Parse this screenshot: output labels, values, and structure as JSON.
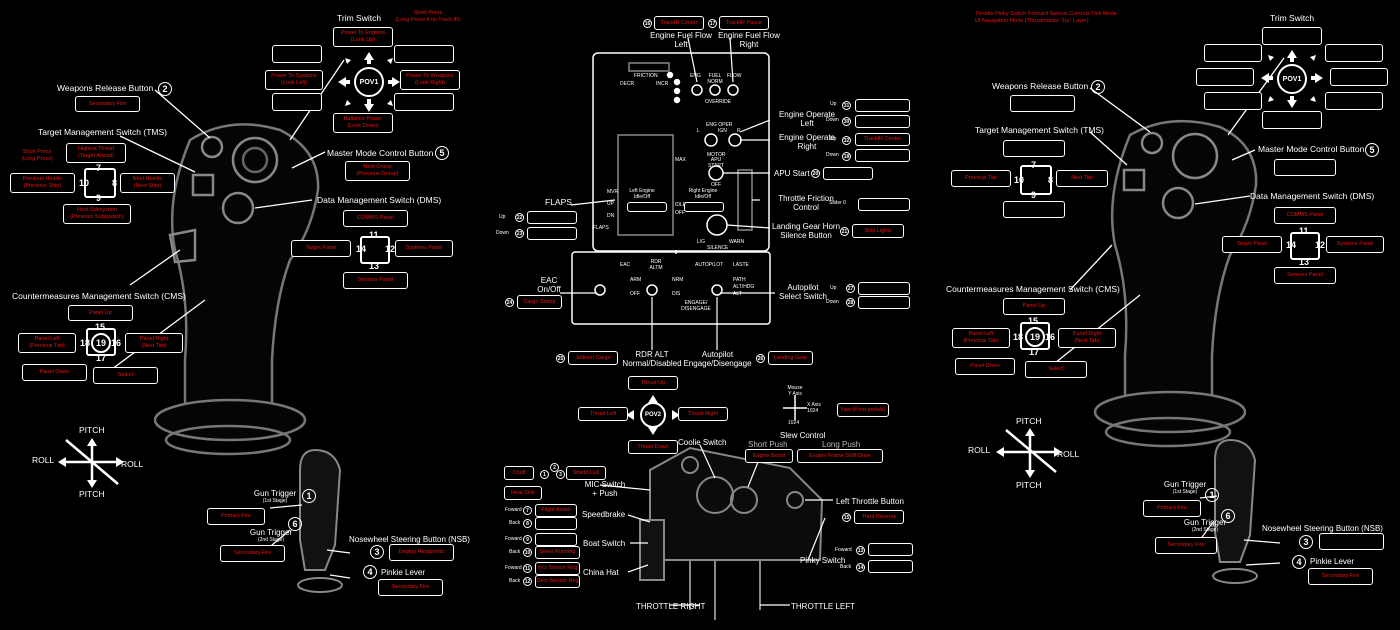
{
  "left_stick": {
    "trim_title": "Trim Switch",
    "short_press_note": "Short Press\n(Long Press if no Track IR)",
    "pov_label": "POV1",
    "trim_up": "Power To Engines\n(Look Up)",
    "trim_left": "Power To Systems\n(Look Left)",
    "trim_right": "Power To Weapons\n(Look Right)",
    "trim_down": "Ballance Power\n(Look Down)",
    "weapons_title": "Weapons Release Button",
    "weapons_num": "2",
    "weapons_box": "Secondary Fire",
    "tms_title": "Target Management Switch (TMS)",
    "tms_short_press": "Short Press\n(Long Press)",
    "tms_up": "Highest Threat\n(Target Ahead)",
    "tms_left": "Previous Hostile\n(Previous Ship)",
    "tms_right": "Next Hostile\n(Next Ship)",
    "tms_down": "Next Subsystem\n(Previous Subsystem)",
    "tms_n_up": "7",
    "tms_n_left": "10",
    "tms_n_right": "8",
    "tms_n_down": "9",
    "mmc_title": "Master Mode Control Button",
    "mmc_num": "5",
    "mmc_box": "Next Group\n(Previous Group)",
    "dms_title": "Data Management Switch (DMS)",
    "dms_up": "COMMS Panel",
    "dms_left": "Target Panel",
    "dms_right": "Systems Panel",
    "dms_down": "Sensors Panel",
    "dms_n_up": "11",
    "dms_n_left": "14",
    "dms_n_right": "12",
    "dms_n_down": "13",
    "cms_title": "Countermeasures Management Switch (CMS)",
    "cms_up": "Panel Up",
    "cms_left": "Panel Left\n(Previous Tab)",
    "cms_right": "Panel Right\n(Next Tab)",
    "cms_down": "Panel Down",
    "cms_push": "Select",
    "cms_n_up": "15",
    "cms_n_left": "18",
    "cms_n_center": "19",
    "cms_n_right": "16",
    "cms_n_down": "17",
    "pitch_top": "PITCH",
    "pitch_bottom": "PITCH",
    "roll_left": "ROLL",
    "roll_right": "ROLL",
    "gun1_title": "Gun Trigger",
    "gun1_sub": "(1st Stage)",
    "gun1_num": "1",
    "gun1_box": "Primary Fire",
    "gun2_title": "Gun Trigger",
    "gun2_sub": "(2nd Stage)",
    "gun2_num": "6",
    "gun2_box": "Secondary Fire",
    "nsb_title": "Nosewheel Steering Button (NSB)",
    "nsb_num": "3",
    "nsb_box": "Deploy Hardpoints",
    "pinkie_title": "Pinkie Lever",
    "pinkie_num": "4",
    "pinkie_box": "Secondary Fire"
  },
  "panel": {
    "n16": "16",
    "trackir_center": "TrackIR Center",
    "n17": "17",
    "trackir_pause": "TrackIR Pause",
    "ef_left": "Engine Fuel Flow\nLeft",
    "ef_right": "Engine Fuel Flow\nRight",
    "friction": "FRICTION",
    "decr": "DECR",
    "incr": "INCR",
    "eng": "ENG",
    "fuel_norm": "FUEL\nNORM",
    "flow": "FLOW",
    "override": "OVERRIDE",
    "eng_oper": "ENG OPER",
    "l": "L",
    "ign": "IGN",
    "r": "R",
    "norm": "NORM",
    "motor": "MOTOR",
    "eo_left": "Engine Operate\nLeft",
    "eo_right": "Engine Operate\nRight",
    "up": "Up",
    "down": "Down",
    "n31": "31",
    "n30": "30",
    "n32": "32",
    "n18": "18",
    "trackir_center2": "TrackIR Center",
    "apu_start_lbl": "APU\nSTART",
    "off": "OFF",
    "apu_start": "APU Start",
    "n20": "20",
    "max": "MAX",
    "idle": "IDLE",
    "left_engine": "Left Engine\nIdle/Off",
    "right_engine": "Right Engine\nIdle/Off",
    "flaps": "FLAPS",
    "mvr": "MVR",
    "up2": "UP",
    "dn": "DN",
    "flaps_small": "FLAPS",
    "n22": "22",
    "n23": "23",
    "throttle_friction": "Throttle Friction\nControl",
    "slider": "Slider 0",
    "lg_horn": "Landing Gear Horn\nSilence Button",
    "n21": "21",
    "ship_lights": "Ship Lights",
    "lg": "L/G",
    "silence": "SILENCE",
    "warn": "WARN",
    "eac": "EAC",
    "rdr_altm": "RDR\nALTM",
    "autopilot": "AUTOPILOT",
    "arm": "ARM",
    "norm2": "NRM",
    "dis": "DIS",
    "path": "PATH",
    "althdg": "ALT/HDG",
    "alt": "ALT",
    "laste": "LASTE",
    "eac_onoff": "EAC\nOn/Off",
    "n24": "24",
    "cargo_scoop": "Cargo Scoop",
    "engage": "ENGAGE/\nDISENGAGE",
    "ap_select": "Autopilot\nSelect Switch",
    "n27": "27",
    "n28": "28",
    "n25": "25",
    "jettison": "Jettison Cargo",
    "rdr_alt": "RDR ALT\nNormal/Disabled",
    "ap_engage": "Autopilot\nEngage/Disengage",
    "n26": "26",
    "landing_gear": "Landing Gear"
  },
  "throttle": {
    "thrust_up": "Thrust Up",
    "thrust_left": "Thrust Left",
    "thrust_right": "Thrust Right",
    "thrust_down": "Thrust Down",
    "pov2": "POV2",
    "mouse": "Mouse\nY Axis",
    "xaxis": "X Axis\n1024",
    "n1024": "1024",
    "yaw": "Yaw (if not pedals)",
    "slew": "Slew Control",
    "coolie": "Coolie Switch",
    "short_push": "Short Push",
    "long_push": "Long Push",
    "engine_boost": "Engine Boost",
    "frame_shift": "Enable Frame Shift Drive",
    "chaff": "Chaff",
    "shield_cell": "Shield Cell",
    "heat_sink": "Heat Sink",
    "mic_n2": "2",
    "mic_n1": "1",
    "mic_n3": "3",
    "mic": "MIC Switch\n+ Push",
    "speedbrake": "Speedbrake",
    "boat": "Boat Switch",
    "china": "China Hat",
    "foward": "Foward",
    "back": "Back",
    "n7": "7",
    "n8": "8",
    "n9": "9",
    "n10": "10",
    "n11": "11",
    "n12": "12",
    "flight_assist": "Flight Assist",
    "silent_running": "Silent Running",
    "incr_sensor": "Incr Sensor Rng",
    "decr_sensor": "Decr Sensor Rng",
    "left_throttle_btn": "Left Throttle Button",
    "n15": "15",
    "throt_reverse": "Throt Reverse",
    "pinky": "Pinky Switch",
    "n13": "13",
    "n14": "14",
    "throttle_right": "THROTTLE RIGHT",
    "throttle_left": "THROTTLE LEFT"
  },
  "right_stick": {
    "mode_note": "Throttle Pinky Switch Forward Selects Controls This Mode\nUI Navigation Mode (Thrustmaster \"Up\" Layer)",
    "trim_title": "Trim Switch",
    "pov_label": "POV1",
    "weapons_title": "Weapons Release Button",
    "weapons_num": "2",
    "tms_title": "Target Management Switch (TMS)",
    "tms_left": "Previous Tab",
    "tms_right": "Next Tab",
    "tms_n_up": "7",
    "tms_n_left": "10",
    "tms_n_right": "8",
    "tms_n_down": "9",
    "mmc_title": "Master Mode Control Button",
    "mmc_num": "5",
    "dms_title": "Data Management Switch (DMS)",
    "dms_up": "COMMS Panel",
    "dms_left": "Target Panel",
    "dms_right": "Systems Panel",
    "dms_down": "Sensors Panel",
    "dms_n_up": "11",
    "dms_n_left": "14",
    "dms_n_right": "12",
    "dms_n_down": "13",
    "cms_title": "Countermeasures Management Switch (CMS)",
    "cms_up": "Panel Up",
    "cms_left": "Panel Left\n(Previous Tab)",
    "cms_right": "Panel Right\n(Next Tab)",
    "cms_down": "Panel Down",
    "cms_push": "Select",
    "cms_n_up": "15",
    "cms_n_left": "18",
    "cms_n_center": "19",
    "cms_n_right": "16",
    "cms_n_down": "17",
    "pitch_top": "PITCH",
    "pitch_bottom": "PITCH",
    "roll_left": "ROLL",
    "roll_right": "ROLL",
    "gun1_title": "Gun Trigger",
    "gun1_sub": "(1st Stage)",
    "gun1_num": "1",
    "gun1_box": "Primary Fire",
    "gun2_title": "Gun Trigger",
    "gun2_sub": "(2nd Stage)",
    "gun2_num": "6",
    "gun2_box": "Secondary Fire",
    "nsb_title": "Nosewheel Steering Button (NSB)",
    "nsb_num": "3",
    "pinkie_title": "Pinkie Lever",
    "pinkie_num": "4",
    "pinkie_box": "Secondary Fire"
  }
}
